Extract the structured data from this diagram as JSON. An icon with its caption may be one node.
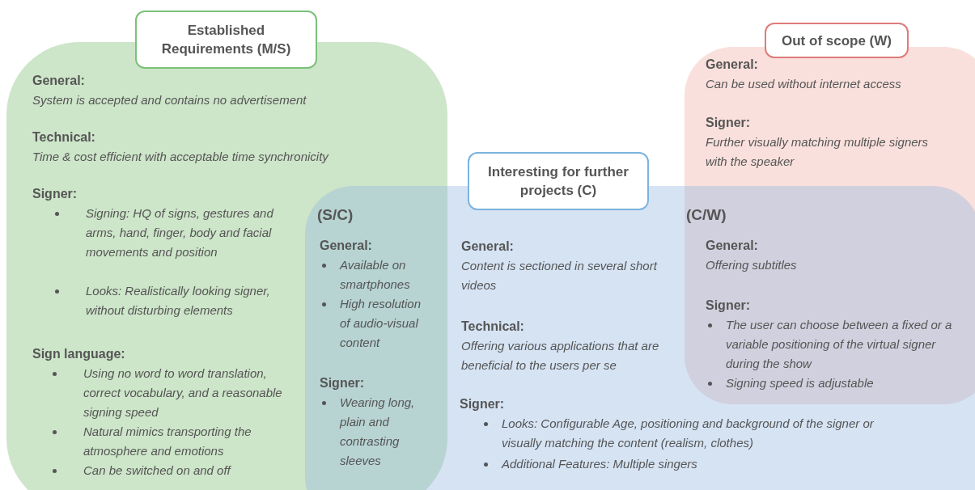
{
  "diagram": {
    "nodes": [
      {
        "text": [
          "Established Requirements (M/S)",
          "General:",
          "System is accepted and contains no advertisement",
          "Technical:",
          "Time & cost efficient with acceptable time synchronicity",
          "Signer:",
          "Signing: HQ of signs, gestures and arms, hand, finger, body and facial movements and position",
          "Looks: Realistically looking signer, without disturbing elements",
          "Sign language:",
          "Using no word to word translation, correct vocabulary, and a reasonable signing speed",
          "Natural mimics transporting the atmosphere and emotions",
          "Can be switched on and off"
        ]
      },
      {
        "text": [
          "Out of scope (W)",
          "General:",
          "Can be used without internet access",
          "Signer:",
          "Further visually matching multiple signers with the speaker"
        ]
      },
      {
        "text": [
          "Interesting for further projects (C)",
          "General:",
          "Content is sectioned in several short videos",
          "Technical:",
          "Offering various applications that are beneficial to the users per se",
          "Signer:",
          "Looks: Configurable Age, positioning and background of the signer or visually matching the content (realism, clothes)",
          "Additional Features: Multiple singers"
        ]
      },
      {
        "text": [
          "(S/C)",
          "General:",
          "Available on smartphones",
          "High resolution of audio-visual content",
          "Signer:",
          "Wearing long, plain and contrasting sleeves"
        ]
      },
      {
        "text": [
          "(C/W)",
          "General:",
          "Offering subtitles",
          "Signer:",
          "The user can choose between a fixed or a variable positioning of the virtual signer during the show",
          "Signing speed is adjustable"
        ]
      }
    ]
  }
}
